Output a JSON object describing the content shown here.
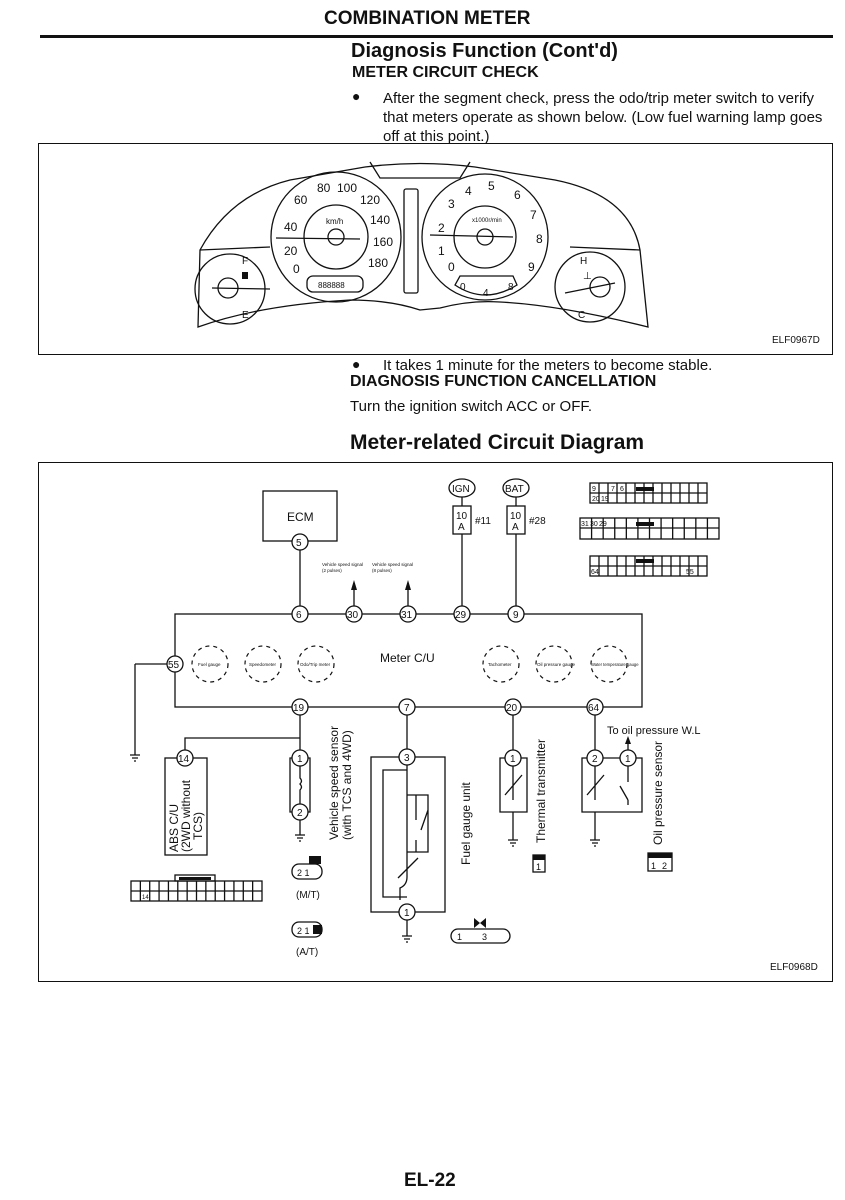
{
  "header": {
    "section_title": "COMBINATION METER",
    "subsection_title": "Diagnosis Function (Cont'd)",
    "heading": "METER CIRCUIT CHECK"
  },
  "meter_check": {
    "bullet_text": "After the segment check, press the odo/trip meter switch to verify that meters operate as shown below. (Low fuel warning lamp goes off at this point.)",
    "figure_id": "ELF0967D",
    "speedometer": {
      "unit": "km/h",
      "ticks": [
        "0",
        "20",
        "40",
        "60",
        "80",
        "100",
        "120",
        "140",
        "160",
        "180"
      ]
    },
    "tachometer": {
      "unit": "x1000r/min",
      "ticks": [
        "0",
        "1",
        "2",
        "3",
        "4",
        "5",
        "6",
        "7",
        "8",
        "9"
      ]
    },
    "fuel_gauge": {
      "full": "F",
      "empty": "E"
    },
    "temp_gauge": {
      "hot": "H",
      "cold": "C"
    },
    "oil_gauge": {
      "ticks": [
        "0",
        "4",
        "8"
      ]
    },
    "odometer": "888888"
  },
  "stable_note": "It takes 1 minute for the meters to become stable.",
  "cancellation": {
    "heading": "DIAGNOSIS FUNCTION CANCELLATION",
    "text": "Turn the ignition switch ACC or OFF."
  },
  "circuit": {
    "title": "Meter-related Circuit Diagram",
    "figure_id": "ELF0968D",
    "ecm": "ECM",
    "ign": "IGN",
    "bat": "BAT",
    "fuse_rating": "10",
    "fuse_unit": "A",
    "fuse_11": "#11",
    "fuse_28": "#28",
    "meter_cu": "Meter C/U",
    "signal_2": [
      "Vehicle speed signal",
      "(2 pulses)"
    ],
    "signal_8": [
      "Vehicle speed signal",
      "(8 pulses)"
    ],
    "gauges": [
      "Fuel gauge",
      "Speedometer",
      "Odo/Trip meter",
      "Tachometer",
      "Oil pressure gauge",
      "Water temperature gauge"
    ],
    "pins": {
      "ecm": "5",
      "top": [
        "6",
        "30",
        "31",
        "29",
        "9"
      ],
      "left": "55",
      "bottom": [
        "19",
        "7",
        "20",
        "64"
      ]
    },
    "abs": [
      "ABS C/U",
      "(2WD without",
      "TCS)"
    ],
    "abs_pin": "14",
    "vss": [
      "Vehicle speed sensor",
      "(with TCS and 4WD)"
    ],
    "fuel_unit": "Fuel gauge unit",
    "thermal": "Thermal transmitter",
    "oil_sensor": "Oil pressure sensor",
    "oil_wl": "To oil pressure W.L",
    "mt": "(M/T)",
    "at": "(A/T)",
    "connector_top1": [
      "9",
      "7",
      "6",
      "20",
      "19"
    ],
    "connector_top2": [
      "31",
      "30",
      "29"
    ],
    "connector_top3": [
      "64",
      "55"
    ]
  },
  "footer": {
    "page_number": "EL-22"
  }
}
